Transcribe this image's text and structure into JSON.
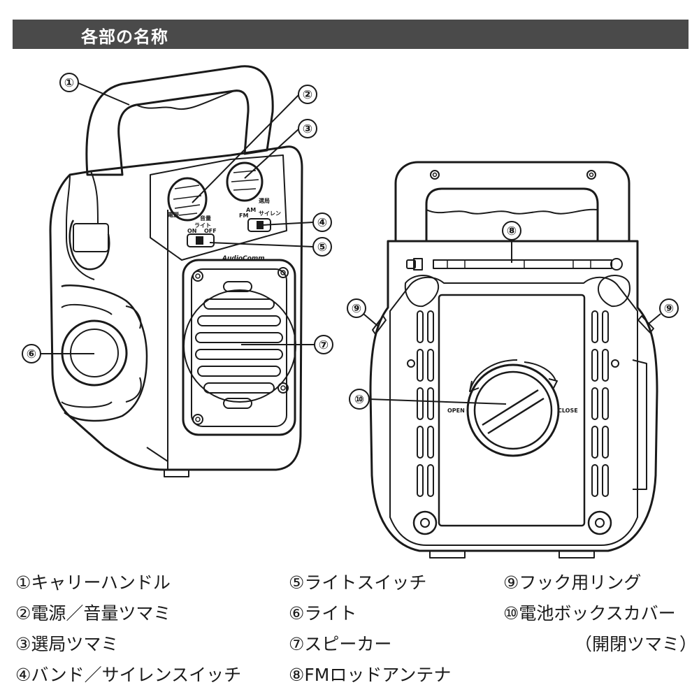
{
  "header": {
    "title": "各部の名称"
  },
  "front_panel": {
    "brand": "AudioComm",
    "light_label": "ライト",
    "light_on": "ON",
    "light_off": "OFF",
    "am": "AM",
    "fm": "FM",
    "siren": "サイレン",
    "power_label": "電源",
    "volume_label": "音量",
    "tuning_label": "選局"
  },
  "back_panel": {
    "open": "OPEN",
    "close": "CLOSE"
  },
  "callouts": [
    "①",
    "②",
    "③",
    "④",
    "⑤",
    "⑥",
    "⑦",
    "⑧",
    "⑨",
    "⑨",
    "⑩"
  ],
  "parts": {
    "col1": [
      "①キャリーハンドル",
      "②電源／音量ツマミ",
      "③選局ツマミ",
      "④バンド／サイレンスイッチ"
    ],
    "col2": [
      "⑤ライトスイッチ",
      "⑥ライト",
      "⑦スピーカー",
      "⑧FMロッドアンテナ"
    ],
    "col3": [
      "⑨フック用リング",
      "⑩電池ボックスカバー",
      "（開閉ツマミ）"
    ]
  }
}
